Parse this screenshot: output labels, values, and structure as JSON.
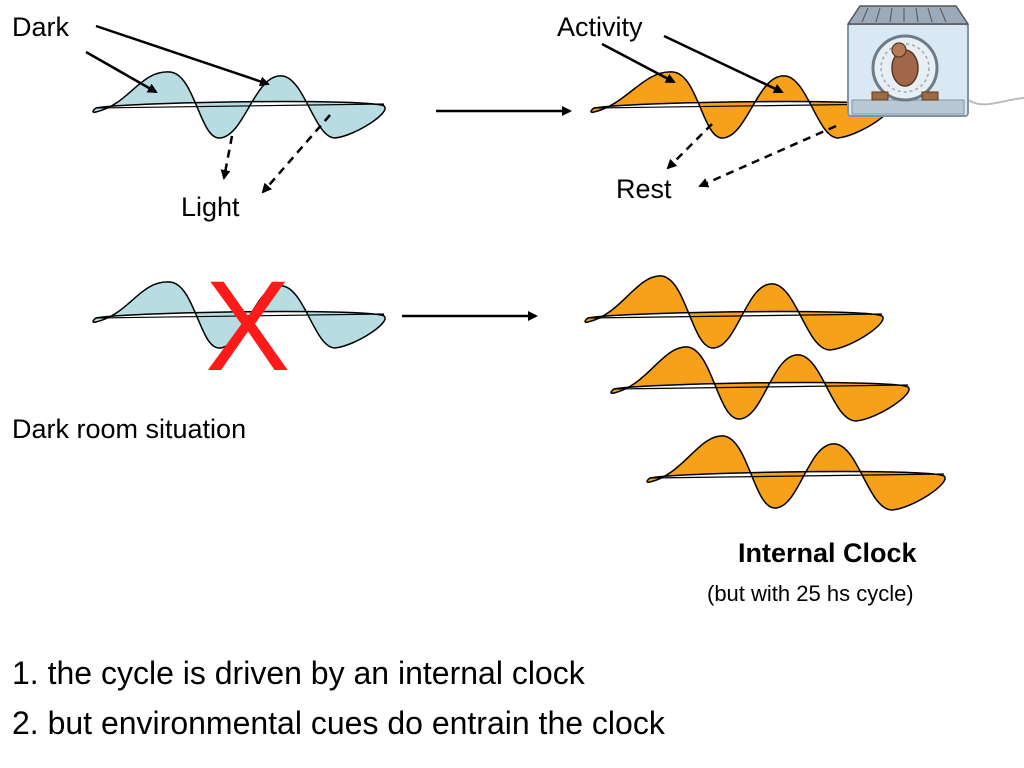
{
  "labels": {
    "dark": "Dark",
    "light": "Light",
    "activity": "Activity",
    "rest": "Rest",
    "dark_room": "Dark room situation",
    "internal_clock": "Internal Clock",
    "cycle_note": "(but with 25 hs cycle)",
    "cross": "X"
  },
  "points": [
    "1. the cycle is driven by an internal clock",
    "2. but environmental cues do entrain the clock"
  ],
  "colors": {
    "light_wave": "#b7dde3",
    "activity_wave": "#f7a11a",
    "cross": "#ff1a1a",
    "line": "#000000"
  },
  "icons": {
    "hamster": "hamster-wheel-cage-icon"
  }
}
